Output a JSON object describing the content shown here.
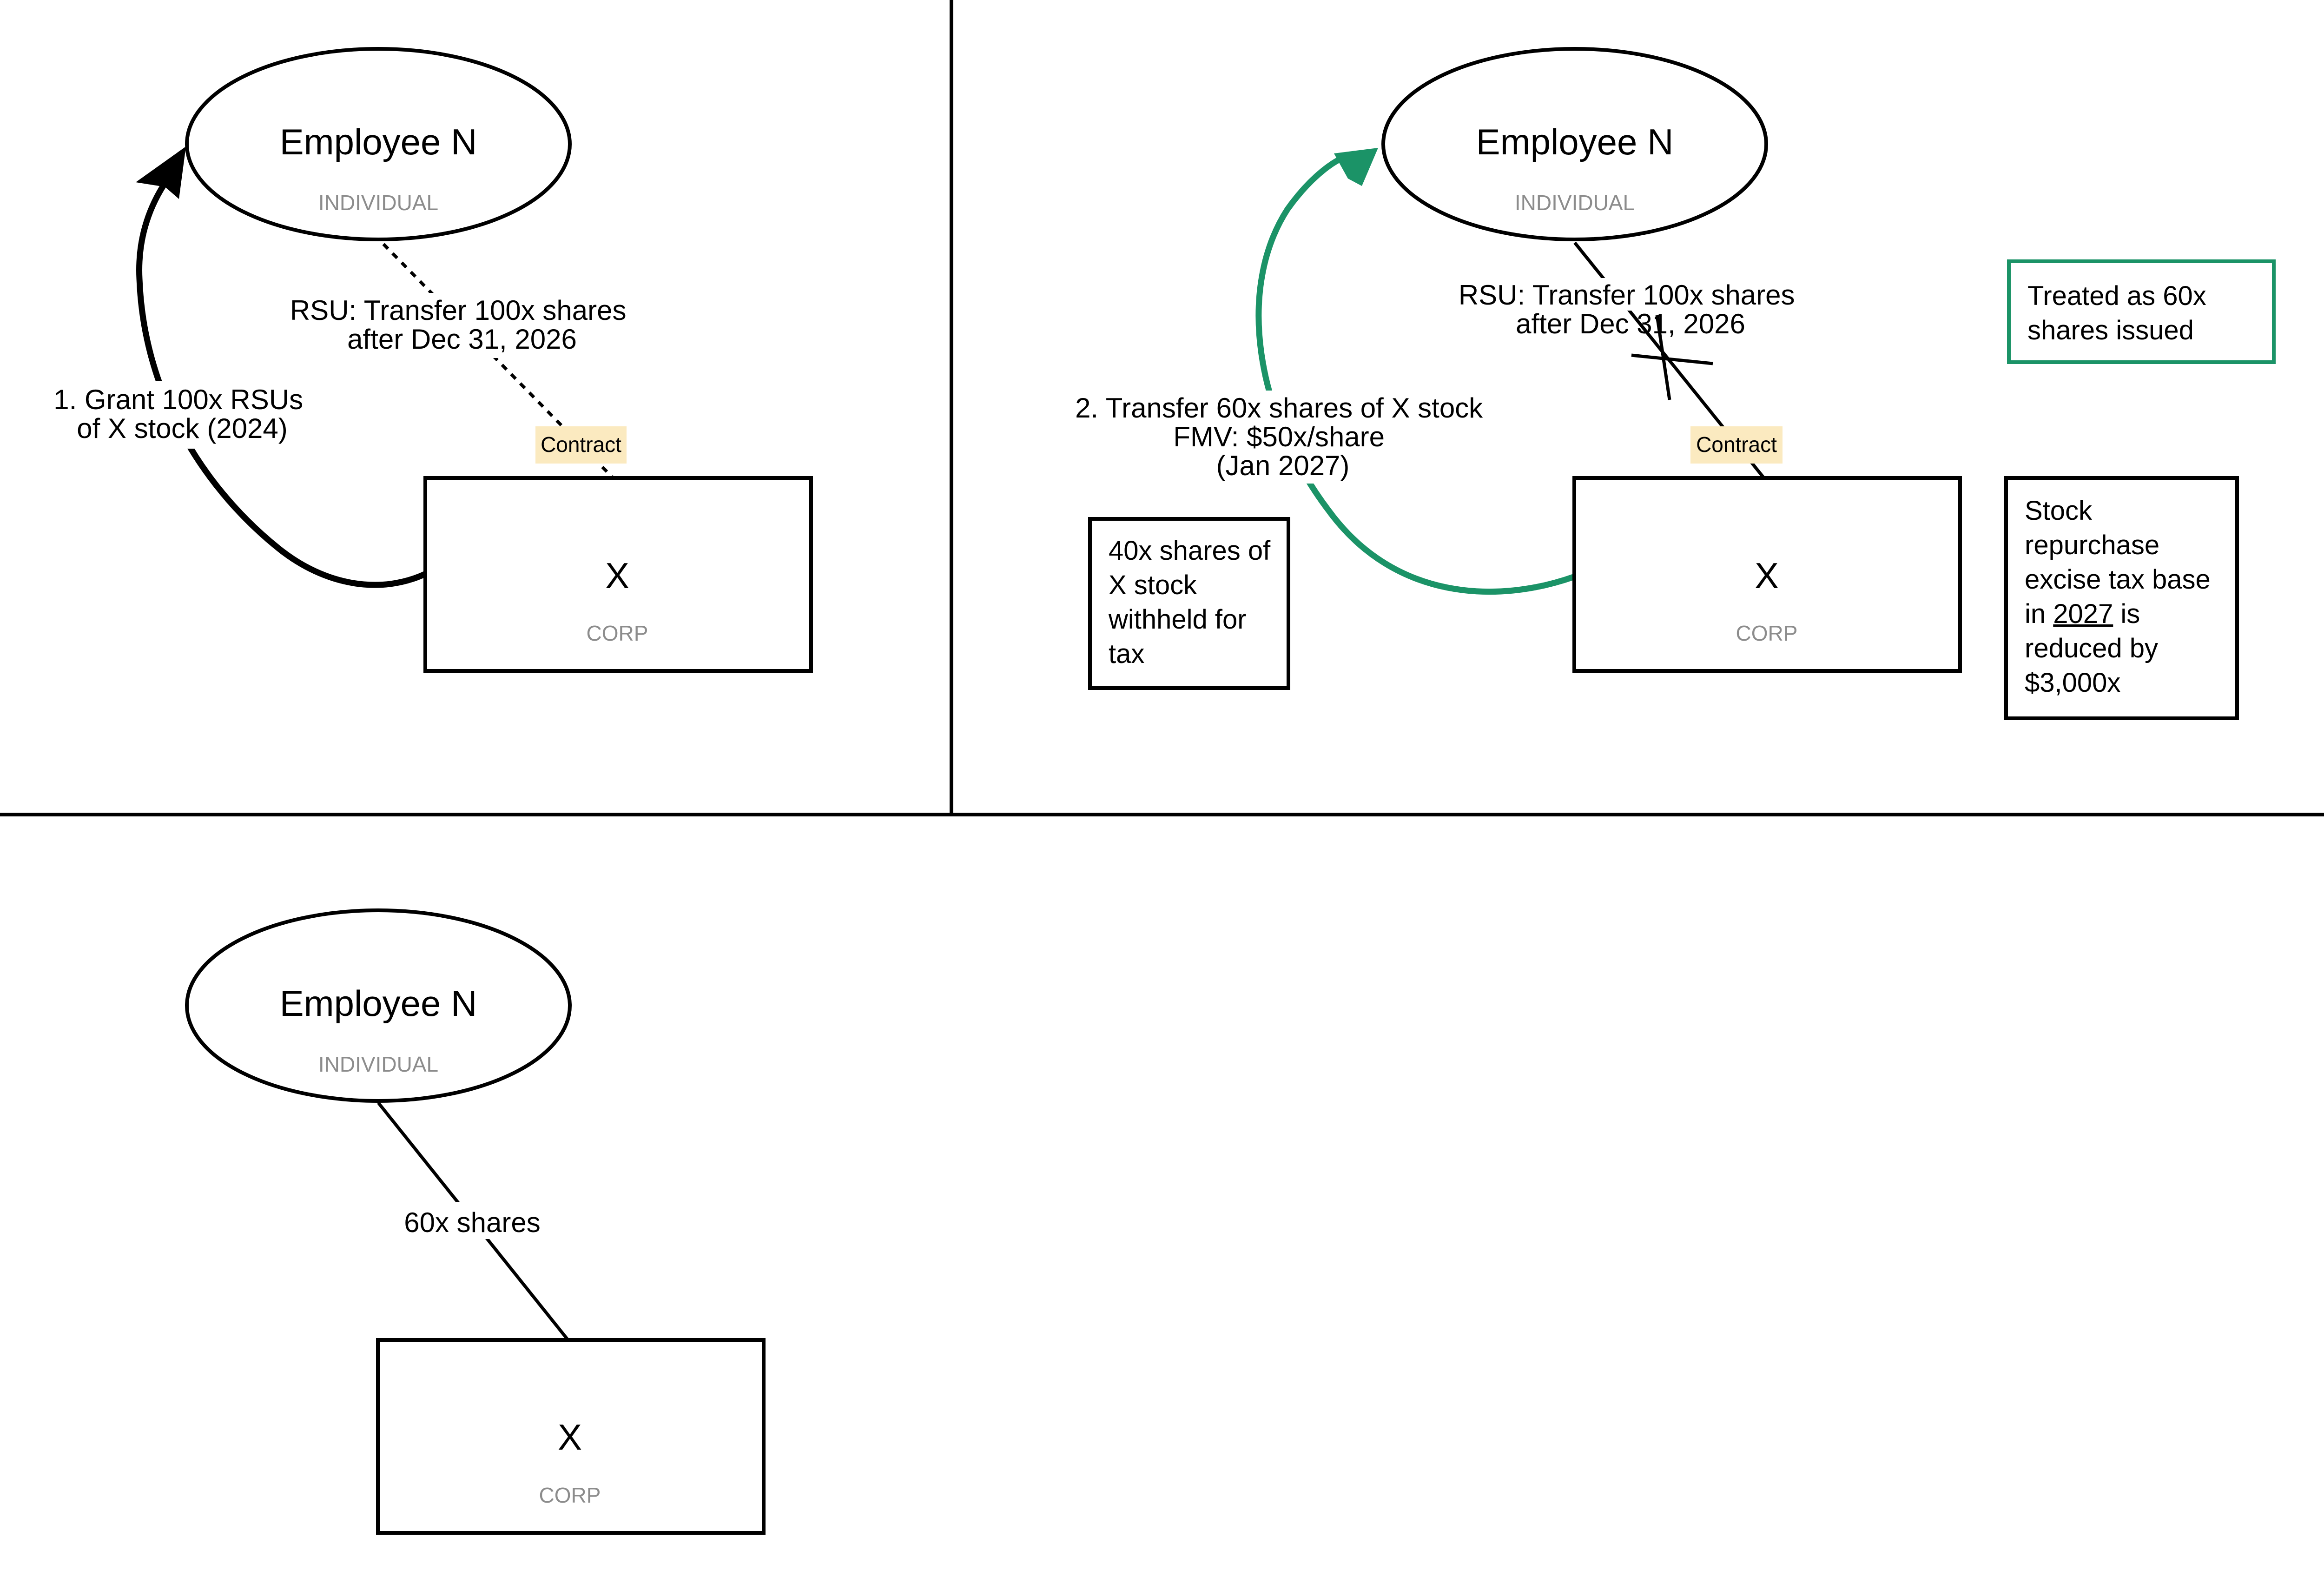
{
  "colors": {
    "ink": "#000000",
    "green": "#1b9367",
    "sub": "#8c8c8c",
    "tag_bg": "#fbeac0"
  },
  "panel1": {
    "employee": {
      "name": "Employee N",
      "type": "INDIVIDUAL"
    },
    "corp": {
      "name": "X",
      "type": "CORP"
    },
    "contract_tag": "Contract",
    "contract_label": [
      "RSU: Transfer 100x shares",
      "after Dec 31, 2026"
    ],
    "grant_label": [
      "1. Grant 100x RSUs",
      "of X stock (2024)"
    ]
  },
  "panel2": {
    "employee": {
      "name": "Employee N",
      "type": "INDIVIDUAL"
    },
    "corp": {
      "name": "X",
      "type": "CORP"
    },
    "contract_tag": "Contract",
    "contract_label": [
      "RSU: Transfer 100x shares",
      "after Dec 31, 2026"
    ],
    "transfer_label": [
      "2. Transfer 60x shares of X stock",
      "FMV: $50x/share",
      "(Jan 2027)"
    ],
    "withheld_note": "40x shares of X stock withheld for tax",
    "treated_note": "Treated as 60x shares issued",
    "excise_note": {
      "before": "Stock repurchase excise tax base in ",
      "year": "2027",
      "after": " is reduced by $3,000x"
    }
  },
  "panel3": {
    "employee": {
      "name": "Employee N",
      "type": "INDIVIDUAL"
    },
    "corp": {
      "name": "X",
      "type": "CORP"
    },
    "holding_label": "60x shares"
  }
}
